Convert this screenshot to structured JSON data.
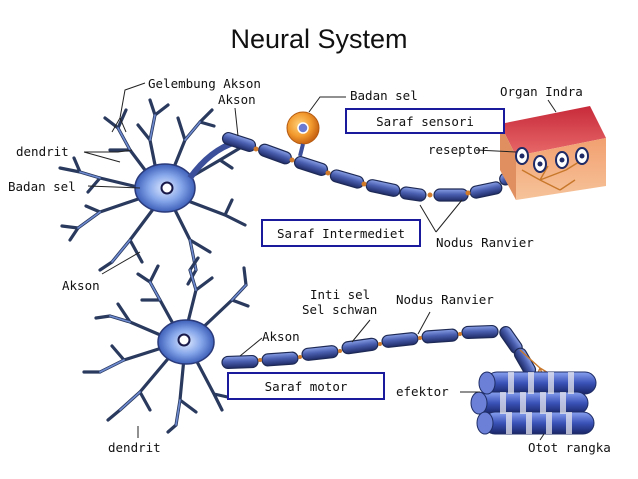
{
  "title": "Neural System",
  "labels": {
    "gelembung_akson": "Gelembung Akson",
    "akson_top": "Akson",
    "dendrit_top": "dendrit",
    "badan_sel_left": "Badan sel",
    "badan_sel_top": "Badan sel",
    "akson_left": "Akson",
    "organ_indra": "Organ Indra",
    "reseptor": "reseptor",
    "nodus_ranvier_top": "Nodus Ranvier",
    "inti_sel": "Inti sel",
    "sel_schwan": "Sel schwan",
    "nodus_ranvier_bottom": "Nodus Ranvier",
    "akson_bottom": "Akson",
    "efektor": "efektor",
    "dendrit_bottom": "dendrit",
    "otot_rangka": "Otot rangka"
  },
  "boxes": {
    "saraf_sensori": "Saraf sensori",
    "saraf_intermediet": "Saraf Intermediet",
    "saraf_motor": "Saraf motor"
  },
  "colors": {
    "box_border": "#1a1a9c",
    "axon_blue": "#3b4f9a",
    "node_orange": "#d07a2a",
    "skin_pink": "#e04a5a",
    "muscle_blue": "#3a4fb0"
  }
}
